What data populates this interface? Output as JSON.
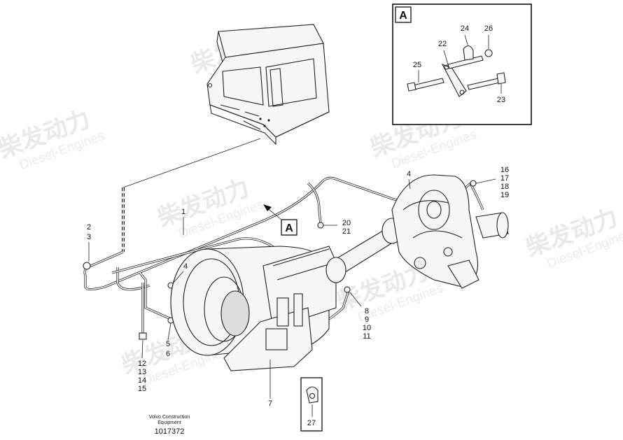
{
  "watermark": {
    "brand_cn": "柴发动力",
    "brand_en": "Diesel-Engines"
  },
  "detail_box": {
    "label": "A",
    "callouts": [
      "22",
      "23",
      "24",
      "25",
      "26"
    ]
  },
  "main_callouts": {
    "c1": "1",
    "c2_3": [
      "2",
      "3"
    ],
    "c4_top": "4",
    "c4_left": "4",
    "c5_6": [
      "5",
      "6"
    ],
    "c7": "7",
    "c8_11": [
      "8",
      "9",
      "10",
      "11"
    ],
    "c12_15": [
      "12",
      "13",
      "14",
      "15"
    ],
    "c16_19": [
      "16",
      "17",
      "18",
      "19"
    ],
    "c20_21": [
      "20",
      "21"
    ],
    "c27": "27",
    "view_marker": "A"
  },
  "footer": {
    "company_line1": "Volvo Construction",
    "company_line2": "Equipment",
    "drawing_number": "1017372"
  }
}
